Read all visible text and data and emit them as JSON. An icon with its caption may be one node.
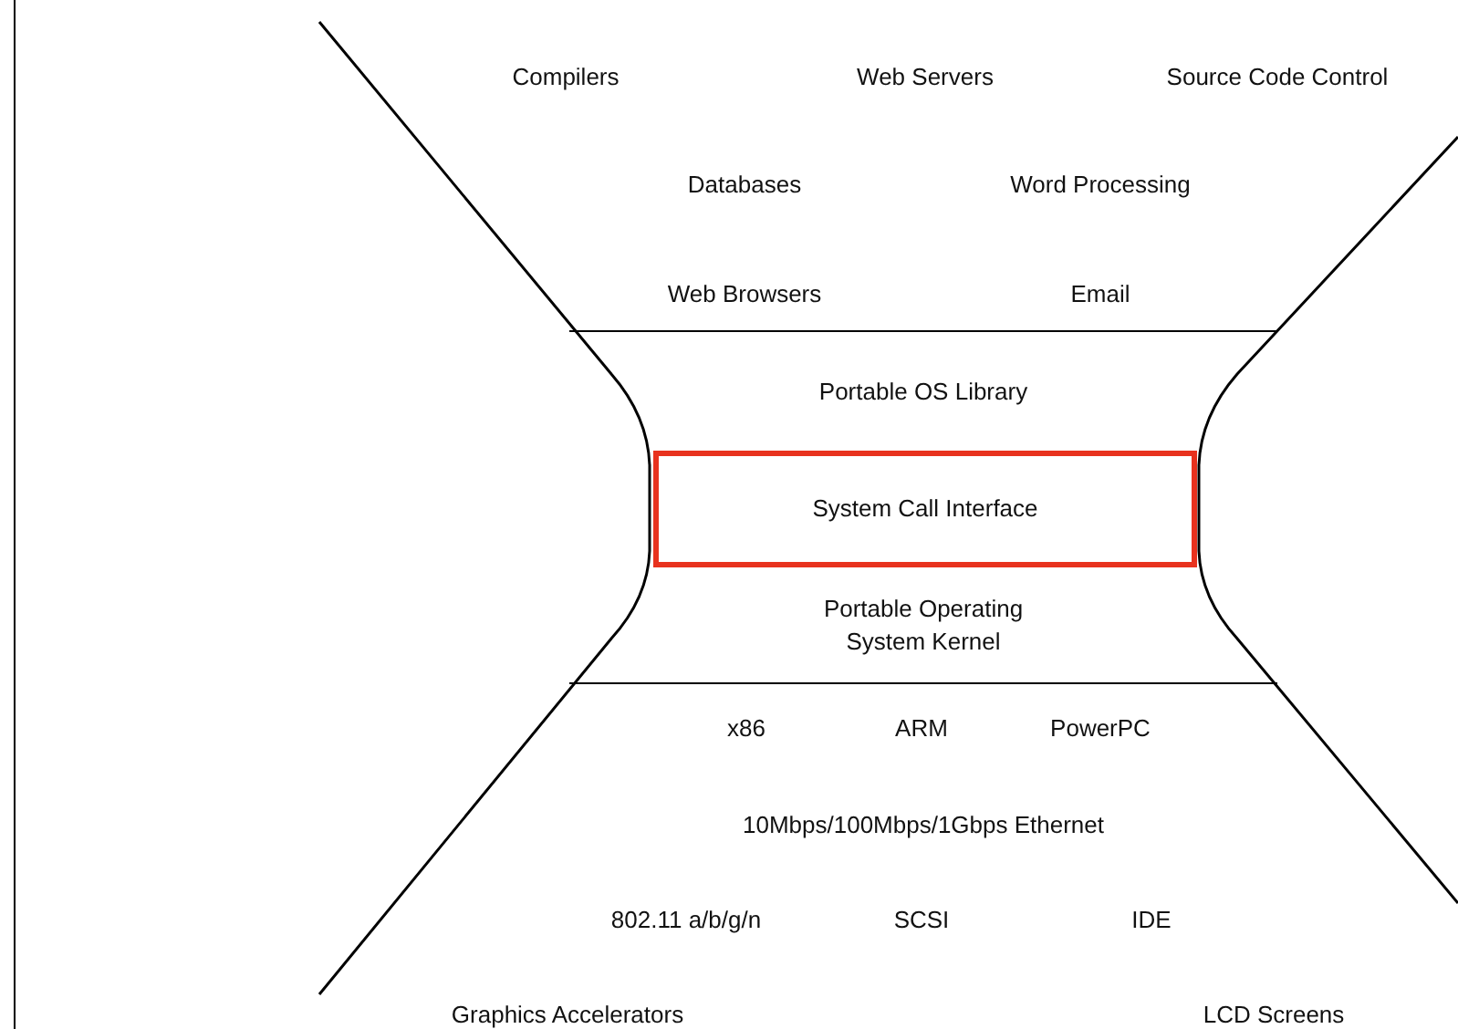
{
  "diagram": {
    "nodes": [
      {
        "text": [
          "Portable OS Library"
        ]
      },
      {
        "text": [
          "System Call Interface"
        ]
      },
      {
        "text": [
          "Portable Operating System Kernel"
        ]
      }
    ],
    "labels": [
      "Compilers",
      "Web Servers",
      "Source Code Control",
      "Databases",
      "Word Processing",
      "Web Browsers",
      "Email",
      "x86",
      "ARM",
      "PowerPC",
      "10Mbps/100Mbps/1Gbps Ethernet",
      "802.11 a/b/g/n",
      "SCSI",
      "IDE",
      "Graphics Accelerators",
      "LCD Screens"
    ]
  }
}
